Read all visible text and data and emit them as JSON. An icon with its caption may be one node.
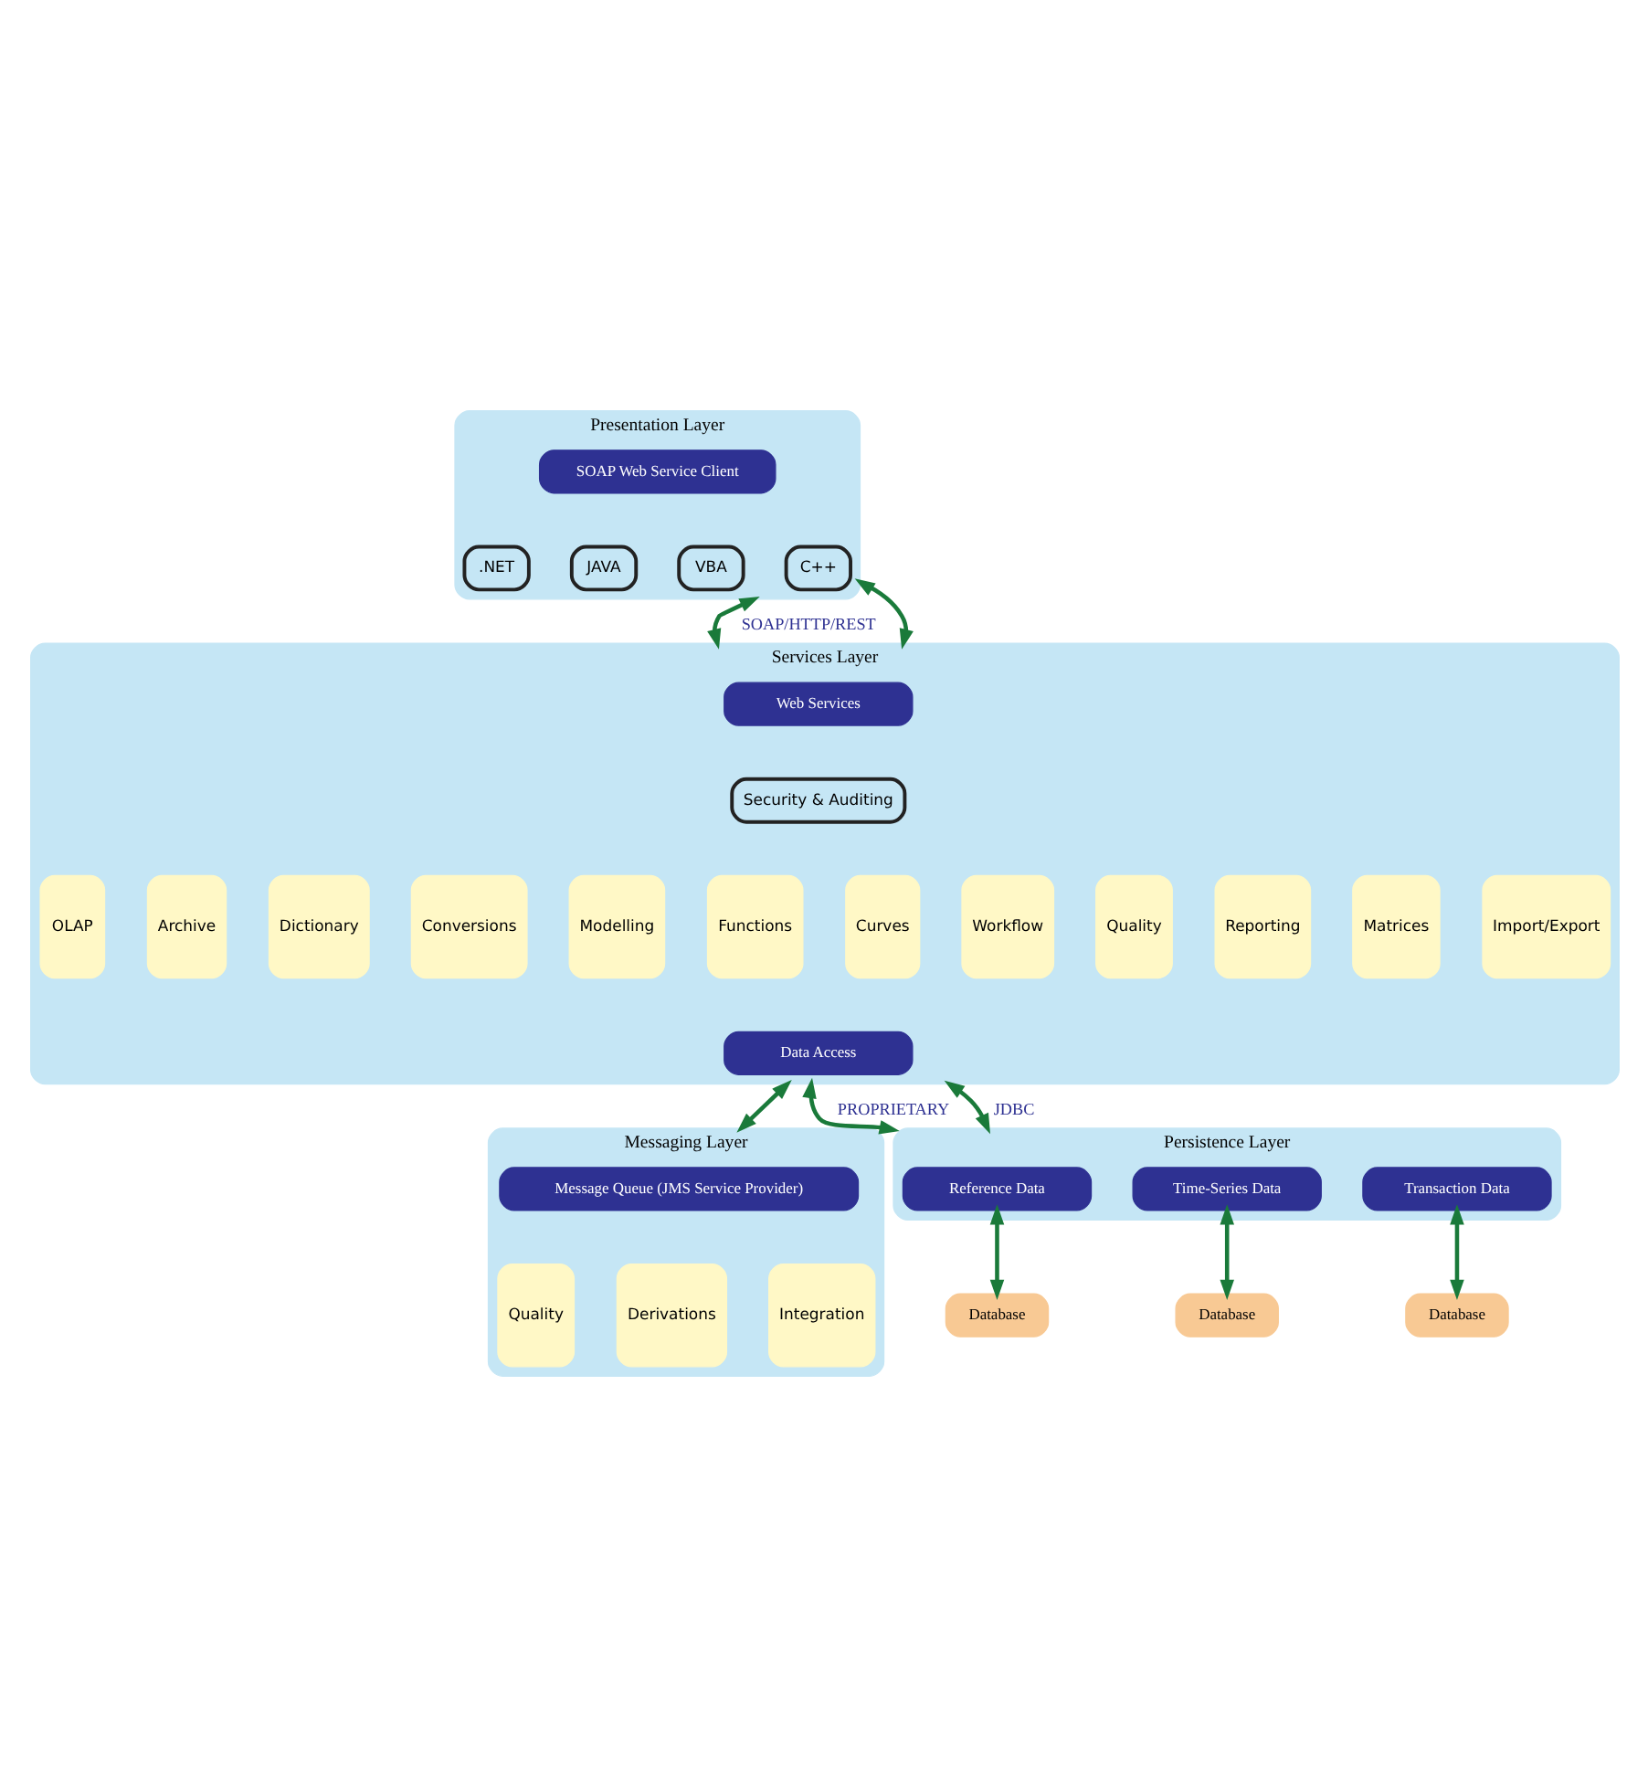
{
  "diagram": {
    "nodes": [
      {
        "text": [
          "Presentation Layer"
        ]
      },
      {
        "text": [
          "SOAP Web Service Client"
        ],
        "in": 0
      },
      {
        "text": [
          ".NET"
        ],
        "in": 0
      },
      {
        "text": [
          "JAVA"
        ],
        "in": 0
      },
      {
        "text": [
          "VBA"
        ],
        "in": 0
      },
      {
        "text": [
          "C++"
        ],
        "in": 0
      },
      {
        "text": [
          "Services Layer"
        ]
      },
      {
        "text": [
          "Web Services"
        ],
        "in": 6
      },
      {
        "text": [
          "Security & Auditing"
        ],
        "in": 6
      },
      {
        "text": [
          "OLAP"
        ],
        "in": 6
      },
      {
        "text": [
          "Archive"
        ],
        "in": 6
      },
      {
        "text": [
          "Dictionary"
        ],
        "in": 6
      },
      {
        "text": [
          "Conversions"
        ],
        "in": 6
      },
      {
        "text": [
          "Modelling"
        ],
        "in": 6
      },
      {
        "text": [
          "Functions"
        ],
        "in": 6
      },
      {
        "text": [
          "Curves"
        ],
        "in": 6
      },
      {
        "text": [
          "Workflow"
        ],
        "in": 6
      },
      {
        "text": [
          "Quality"
        ],
        "in": 6
      },
      {
        "text": [
          "Reporting"
        ],
        "in": 6
      },
      {
        "text": [
          "Matrices"
        ],
        "in": 6
      },
      {
        "text": [
          "Import/Export"
        ],
        "in": 6
      },
      {
        "text": [
          "Data Access"
        ],
        "in": 6
      },
      {
        "text": [
          "Messaging Layer"
        ]
      },
      {
        "text": [
          "Message Queue (JMS Service Provider)"
        ],
        "in": 22
      },
      {
        "text": [
          "Quality"
        ],
        "in": 22
      },
      {
        "text": [
          "Derivations"
        ],
        "in": 22
      },
      {
        "text": [
          "Integration"
        ],
        "in": 22
      },
      {
        "text": [
          "Persistence Layer"
        ]
      },
      {
        "text": [
          "Reference Data"
        ],
        "in": 27
      },
      {
        "text": [
          "Time-Series Data"
        ],
        "in": 27
      },
      {
        "text": [
          "Transaction Data"
        ],
        "in": 27
      },
      {
        "text": [
          "Database"
        ]
      },
      {
        "text": [
          "Database"
        ]
      },
      {
        "text": [
          "Database"
        ]
      }
    ],
    "edges": [
      {
        "from": 0,
        "to": 6,
        "arrow": "both",
        "label": "SOAP/HTTP/REST"
      },
      {
        "from": 0,
        "to": 6,
        "arrow": "both"
      },
      {
        "from": 6,
        "to": 22,
        "arrow": "both"
      },
      {
        "from": 6,
        "to": 27,
        "arrow": "both",
        "label": "PROPRIETARY"
      },
      {
        "from": 6,
        "to": 27,
        "arrow": "both",
        "label": "JDBC"
      },
      {
        "from": 28,
        "to": 31,
        "arrow": "both"
      },
      {
        "from": 29,
        "to": 32,
        "arrow": "both"
      },
      {
        "from": 30,
        "to": 33,
        "arrow": "both"
      }
    ]
  }
}
